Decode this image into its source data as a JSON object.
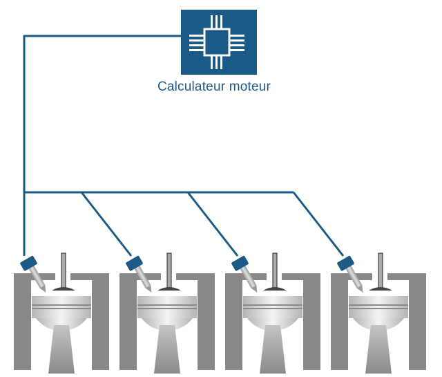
{
  "ecu": {
    "label": "Calculateur moteur",
    "icon": "microchip-icon"
  },
  "colors": {
    "wire": "#1b5a87",
    "ecu_box": "#1b5a87",
    "block": "#888888",
    "piston_light": "#f2f2f2",
    "piston_dark": "#a3a3a3",
    "injector_body": "#b5b5b5",
    "injector_cap": "#1b5a87"
  },
  "cylinders": [
    {
      "id": "cylinder-1",
      "injector": "injector-icon"
    },
    {
      "id": "cylinder-2",
      "injector": "injector-icon"
    },
    {
      "id": "cylinder-3",
      "injector": "injector-icon"
    },
    {
      "id": "cylinder-4",
      "injector": "injector-icon"
    }
  ]
}
